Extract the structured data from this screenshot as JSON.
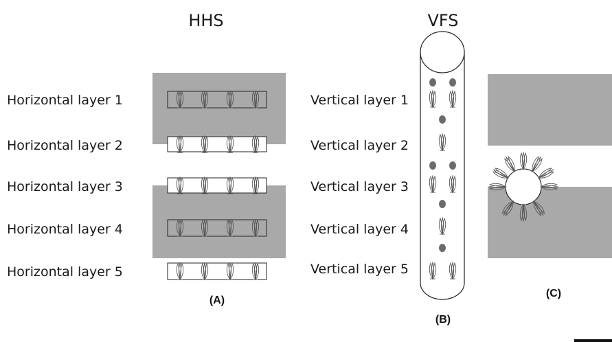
{
  "titles": {
    "hhs": "HHS",
    "vfs": "VFS"
  },
  "hhs": {
    "layers": [
      "Horizontal layer 1",
      "Horizontal layer 2",
      "Horizontal layer 3",
      "Horizontal layer 4",
      "Horizontal layer 5"
    ],
    "panel_label": "(A)"
  },
  "vfs": {
    "layers": [
      "Vertical layer 1",
      "Vertical layer 2",
      "Vertical layer 3",
      "Vertical layer 4",
      "Vertical layer 5"
    ],
    "panel_label": "(B)"
  },
  "panel_c": {
    "panel_label": "(C)"
  },
  "colors": {
    "shade": "#a9a9a9",
    "dot": "#6b6b6b",
    "line": "#222222",
    "leaf": "#555555"
  },
  "icons": {
    "plant": "plant-icon",
    "tube_cap": "circle"
  }
}
